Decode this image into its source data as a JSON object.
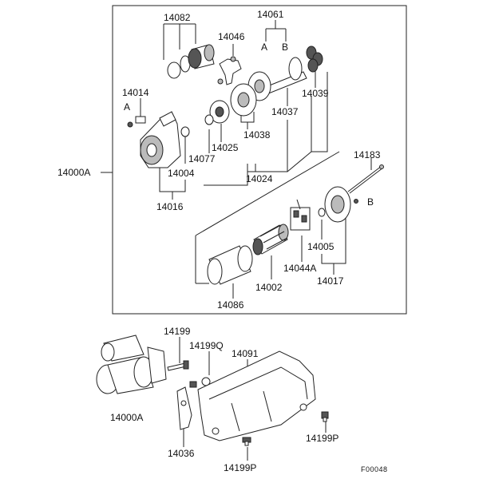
{
  "diagram": {
    "callouts": {
      "p14082": "14082",
      "p14061": "14061",
      "p14061_a": "A",
      "p14061_b": "B",
      "p14046": "14046",
      "p14014": "14014",
      "p14014_a": "A",
      "p14039": "14039",
      "p14037": "14037",
      "p14038": "14038",
      "p14025": "14025",
      "p14077": "14077",
      "p14004": "14004",
      "p14024": "14024",
      "p14000a_top": "14000A",
      "p14016": "14016",
      "p14183": "14183",
      "p14183_b": "B",
      "p14005": "14005",
      "p14044a": "14044A",
      "p14002": "14002",
      "p14017": "14017",
      "p14086": "14086",
      "p14199": "14199",
      "p14199q": "14199Q",
      "p14091": "14091",
      "p14000a_bottom": "14000A",
      "p14036": "14036",
      "p14199p_right": "14199P",
      "p14199p_bottom": "14199P"
    },
    "figure_code": "F00048"
  }
}
